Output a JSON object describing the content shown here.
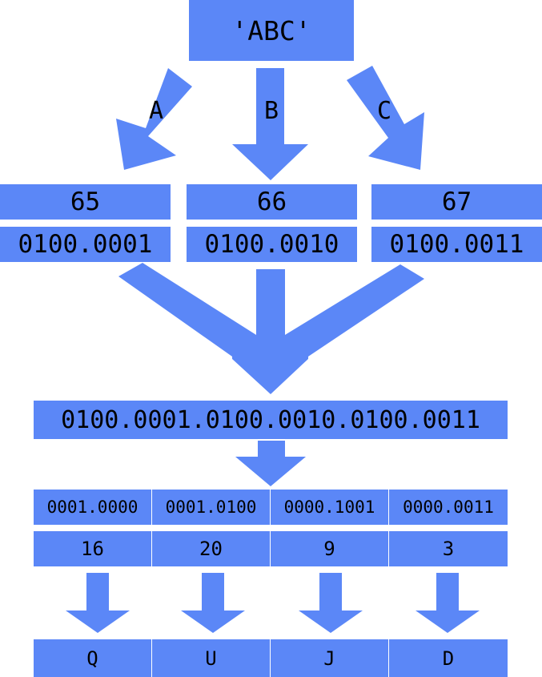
{
  "input": {
    "text": "'ABC'"
  },
  "characters": [
    {
      "char": "A",
      "code": "65",
      "binary": "0100.0001"
    },
    {
      "char": "B",
      "code": "66",
      "binary": "0100.0010"
    },
    {
      "char": "C",
      "code": "67",
      "binary": "0100.0011"
    }
  ],
  "combined": {
    "binary": "0100.0001.0100.0010.0100.0011"
  },
  "groups": [
    {
      "binary": "0001.0000",
      "value": "16",
      "output": "Q"
    },
    {
      "binary": "0001.0100",
      "value": "20",
      "output": "U"
    },
    {
      "binary": "0000.1001",
      "value": "9",
      "output": "J"
    },
    {
      "binary": "0000.0011",
      "value": "3",
      "output": "D"
    }
  ],
  "colors": {
    "box": "#5b87f7",
    "arrow": "#5b87f7",
    "text": "#000000"
  }
}
